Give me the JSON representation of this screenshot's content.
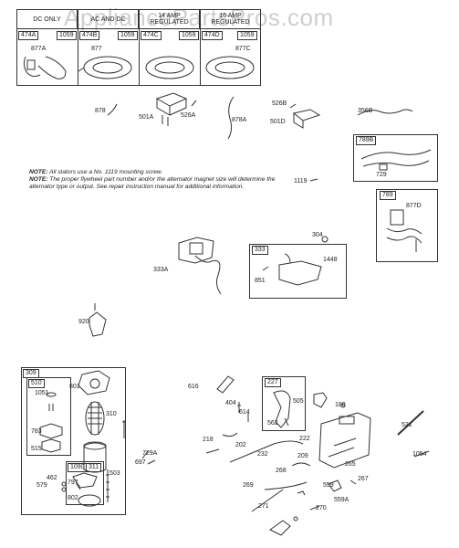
{
  "watermark": "AppliancePartsPros.com",
  "stator_table": {
    "headers": [
      "DC ONLY",
      "AC AND DC",
      "14 AMP REGULATED",
      "16 AMP REGULATED"
    ],
    "cells": [
      {
        "part": "474A",
        "screw": "1059",
        "stator": "877A"
      },
      {
        "part": "474B",
        "screw": "1059",
        "stator": "877"
      },
      {
        "part": "474C",
        "screw": "1059",
        "stator": ""
      },
      {
        "part": "474D",
        "screw": "1059",
        "stator": "877C"
      }
    ]
  },
  "labels": {
    "p878": "878",
    "p501A": "501A",
    "p526A": "526A",
    "p878A": "878A",
    "p526B": "526B",
    "p501D": "501D",
    "p356B": "356B",
    "box789B": "789B",
    "p729": "729",
    "box789": "789",
    "p877D": "877D",
    "p1119": "1119",
    "p304": "304",
    "box333": "333",
    "p1448": "1448",
    "p851": "851",
    "p333A": "333A",
    "p920": "920",
    "box309": "309",
    "box510": "510",
    "p801": "801",
    "p1051": "1051",
    "p783": "783",
    "p515": "515",
    "p310": "310",
    "p1090": "1090",
    "p311": "311",
    "p462": "462",
    "p579": "579",
    "p797": "797",
    "p802": "802",
    "p503": "503",
    "p729A": "729A",
    "p697": "697",
    "p616": "616",
    "p404": "404",
    "p614": "614",
    "box227": "227",
    "p505": "505",
    "p562": "562",
    "p188": "188",
    "p218": "218",
    "p202": "202",
    "p232": "232",
    "p222": "222",
    "p209": "209",
    "p521": "521",
    "p1054": "1054",
    "p268": "268",
    "p559": "559",
    "p265": "265",
    "p267": "267",
    "p269": "269",
    "p559A": "559A",
    "p270": "270",
    "p271": "271"
  },
  "notes": {
    "note1_prefix": "NOTE:",
    "note1_text": " All stators use a No. 1119 mounting screw.",
    "note2_prefix": "NOTE:",
    "note2_text": " The proper flywheel part number and/or the alternator magnet size will determine the alternator type or output. See repair instruction manual for additional information."
  }
}
